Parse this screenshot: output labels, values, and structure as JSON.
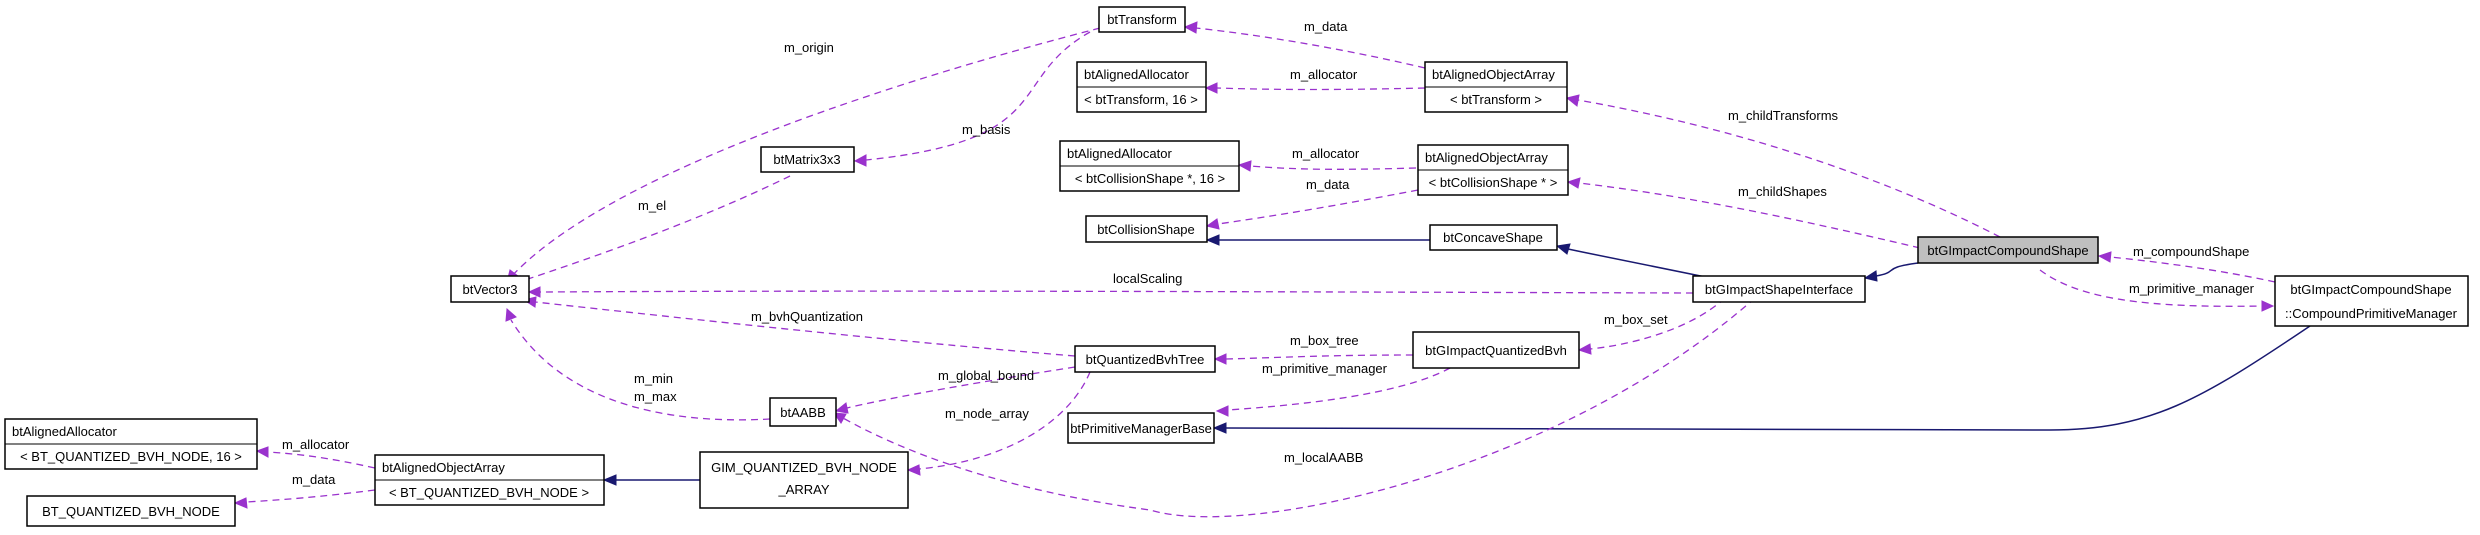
{
  "nodes": {
    "btTransform": [
      "btTransform"
    ],
    "btAlignedObjectArray_btTransform": [
      "btAlignedObjectArray",
      "< btTransform >"
    ],
    "btAlignedAllocator_btTransform16": [
      "btAlignedAllocator",
      "< btTransform, 16 >"
    ],
    "btAlignedAllocator_CollisionShape16": [
      "btAlignedAllocator",
      "< btCollisionShape *, 16 >"
    ],
    "btAlignedObjectArray_CollisionShape": [
      "btAlignedObjectArray",
      "< btCollisionShape * >"
    ],
    "btMatrix3x3": [
      "btMatrix3x3"
    ],
    "btCollisionShape": [
      "btCollisionShape"
    ],
    "btConcaveShape": [
      "btConcaveShape"
    ],
    "btGImpactCompoundShape": [
      "btGImpactCompoundShape"
    ],
    "btGImpactShapeInterface": [
      "btGImpactShapeInterface"
    ],
    "btVector3": [
      "btVector3"
    ],
    "CompoundPrimitiveManager": [
      "btGImpactCompoundShape",
      "::CompoundPrimitiveManager"
    ],
    "btQuantizedBvhTree": [
      "btQuantizedBvhTree"
    ],
    "btGImpactQuantizedBvh": [
      "btGImpactQuantizedBvh"
    ],
    "btAABB": [
      "btAABB"
    ],
    "btPrimitiveManagerBase": [
      "btPrimitiveManagerBase"
    ],
    "btAlignedAllocator_BVHNODE16": [
      "btAlignedAllocator",
      "< BT_QUANTIZED_BVH_NODE, 16 >"
    ],
    "btAlignedObjectArray_BVHNODE": [
      "btAlignedObjectArray",
      "< BT_QUANTIZED_BVH_NODE >"
    ],
    "GIM_QUANTIZED_BVH_NODE_ARRAY": [
      "GIM_QUANTIZED_BVH_NODE",
      "_ARRAY"
    ],
    "BT_QUANTIZED_BVH_NODE": [
      "BT_QUANTIZED_BVH_NODE"
    ]
  },
  "edges": {
    "m_origin": "m_origin",
    "m_basis": "m_basis",
    "m_data_transform": "m_data",
    "m_allocator_transform": "m_allocator",
    "m_childTransforms": "m_childTransforms",
    "m_allocator_collision": "m_allocator",
    "m_data_collision": "m_data",
    "m_childShapes": "m_childShapes",
    "m_el": "m_el",
    "m_compoundShape": "m_compoundShape",
    "m_primitive_manager_compound": "m_primitive_manager",
    "localScaling": "localScaling",
    "m_bvhQuantization": "m_bvhQuantization",
    "m_box_tree": "m_box_tree",
    "m_box_set": "m_box_set",
    "m_primitive_manager_base": "m_primitive_manager",
    "m_global_bound": "m_global_bound",
    "m_min": "m_min",
    "m_max": "m_max",
    "m_node_array": "m_node_array",
    "m_localAABB": "m_localAABB",
    "m_allocator_bvh": "m_allocator",
    "m_data_bvh": "m_data"
  },
  "colors": {
    "usage_edge": "#9a32cd",
    "inheritance_edge": "#191970",
    "highlight_fill": "#bfbfbf"
  }
}
